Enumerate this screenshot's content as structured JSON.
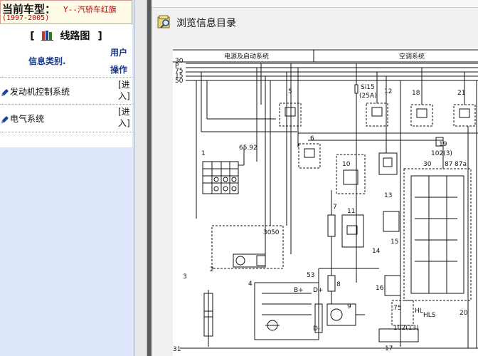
{
  "vehicle": {
    "label": "当前车型：",
    "name": "Y--汽轿车红旗",
    "years": "(1997-2005)"
  },
  "section": {
    "bracket_open": "[",
    "title": "线路图",
    "bracket_close": "]",
    "icon": "book-icon"
  },
  "table": {
    "col_category": "信息类别.",
    "col_user": "用户",
    "col_op": "操作",
    "rows": [
      {
        "label": "发动机控制系统",
        "action_line1": "[进",
        "action_line2": "入]",
        "icon": "pencil-icon"
      },
      {
        "label": "电气系统",
        "action_line1": "[进",
        "action_line2": "入]",
        "icon": "pencil-icon"
      }
    ]
  },
  "toolbar": {
    "title": "浏览信息目录",
    "icon": "browse-icon"
  },
  "diagram": {
    "section_power": "电源及启动系统",
    "section_ac": "空调系统",
    "rail_30": "30",
    "rail_p": "P",
    "rail_75": "75",
    "rail_15": "15",
    "rail_50": "50",
    "rail_31": "31",
    "fuse_name": "Si15",
    "fuse_rating": "(25A)",
    "ref_6592": "65.92",
    "ref_53": "53",
    "ref_102_3": "102(3)",
    "ref_102_13": "102(13)",
    "term_30": "30",
    "term_50": "50",
    "term_bplus": "B+",
    "term_dplus_a": "D+",
    "term_dminus": "D-",
    "term_75": "75",
    "term_hl": "HL",
    "term_hls": "HLS",
    "term_87": "87",
    "term_87a": "87a",
    "term_30b": "30",
    "components": [
      "1",
      "2",
      "3",
      "4",
      "5",
      "6",
      "7",
      "8",
      "9",
      "10",
      "11",
      "12",
      "13",
      "14",
      "15",
      "16",
      "17",
      "18",
      "19",
      "20",
      "21"
    ],
    "colors": {
      "line": "#111111",
      "paper": "#ffffff"
    }
  }
}
